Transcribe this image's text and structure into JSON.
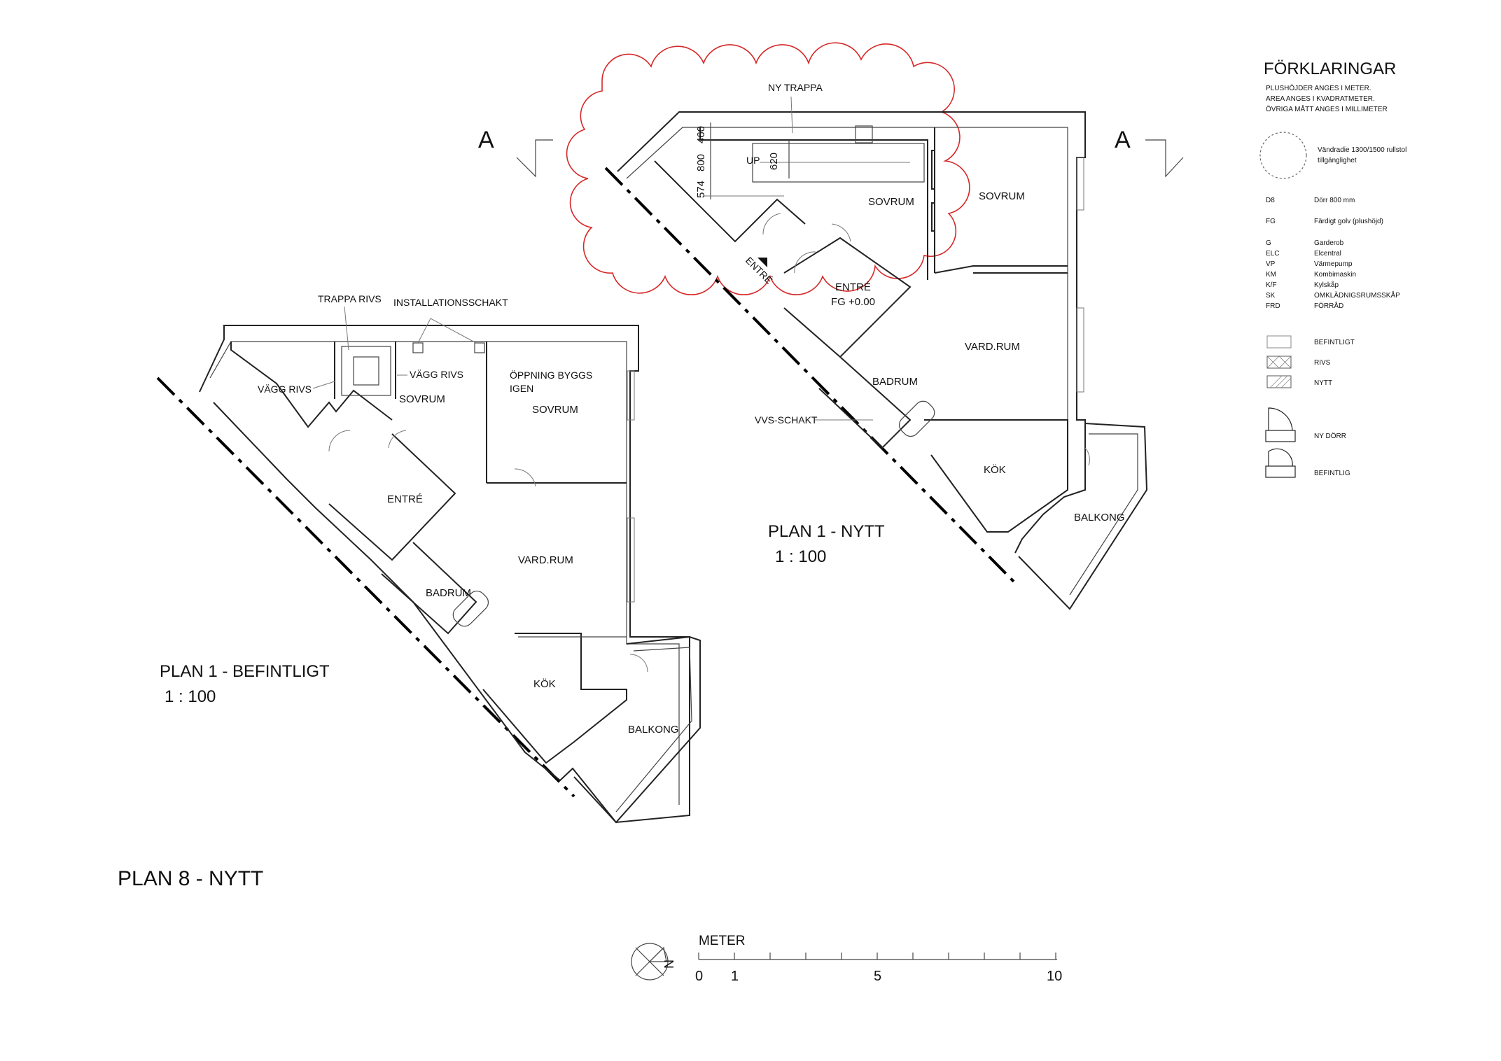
{
  "legend": {
    "title": "FÖRKLARINGAR",
    "notes": [
      "PLUSHÖJDER ANGES I METER.",
      "AREA ANGES I KVADRATMETER.",
      "ÖVRIGA MÅTT ANGES I MILLIMETER"
    ],
    "circle_text": [
      "Vändradie 1300/1500 rullstol",
      "tillgänglighet"
    ],
    "abbrev": [
      {
        "code": "D8",
        "text": "Dörr 800 mm"
      },
      {
        "code": "FG",
        "text": "Färdigt golv (plushöjd)"
      },
      {
        "code": "G",
        "text": "Garderob"
      },
      {
        "code": "ELC",
        "text": "Elcentral"
      },
      {
        "code": "VP",
        "text": "Värmepump"
      },
      {
        "code": "KM",
        "text": "Kombimaskin"
      },
      {
        "code": "K/F",
        "text": "Kylskåp"
      },
      {
        "code": "SK",
        "text": "OMKLÄDNIGSRUMSSKÅP"
      },
      {
        "code": "FRD",
        "text": "FÖRRÅD"
      }
    ],
    "hatches": [
      "BEFINTLIGT",
      "RIVS",
      "NYTT"
    ],
    "doors": [
      "NY DÖRR",
      "BEFINTLIG"
    ]
  },
  "section_marker": "A",
  "plan_left": {
    "title": "PLAN 1 - BEFINTLIGT",
    "scale": "1 : 100",
    "notes": {
      "trappa_rivs": "TRAPPA RIVS",
      "installationsschakt": "INSTALLATIONSSCHAKT",
      "vagg_rivs_1": "VÄGG RIVS",
      "vagg_rivs_2": "VÄGG RIVS",
      "oppning_1": "ÖPPNING BYGGS",
      "oppning_2": "IGEN"
    },
    "rooms": {
      "sovrum_1": "SOVRUM",
      "sovrum_2": "SOVRUM",
      "entre": "ENTRÉ",
      "vardrum": "VARD.RUM",
      "badrum": "BADRUM",
      "kok": "KÖK",
      "balkong": "BALKONG"
    }
  },
  "plan_right": {
    "title": "PLAN 1 - NYTT",
    "scale": "1 : 100",
    "notes": {
      "ny_trappa": "NY TRAPPA",
      "vvs_schakt": "VVS-SCHAKT",
      "up": "UP",
      "entre_arrow": "ENTRÉ"
    },
    "dims": [
      "460",
      "800",
      "574",
      "620"
    ],
    "rooms": {
      "sovrum_1": "SOVRUM",
      "sovrum_2": "SOVRUM",
      "entre": "ENTRÉ",
      "fg": "FG +0.00",
      "vardrum": "VARD.RUM",
      "badrum": "BADRUM",
      "kok": "KÖK",
      "balkong": "BALKONG"
    }
  },
  "plan8_title": "PLAN 8 - NYTT",
  "scalebar": {
    "unit": "METER",
    "labels": [
      "0",
      "1",
      "5",
      "10"
    ],
    "north": "N"
  }
}
